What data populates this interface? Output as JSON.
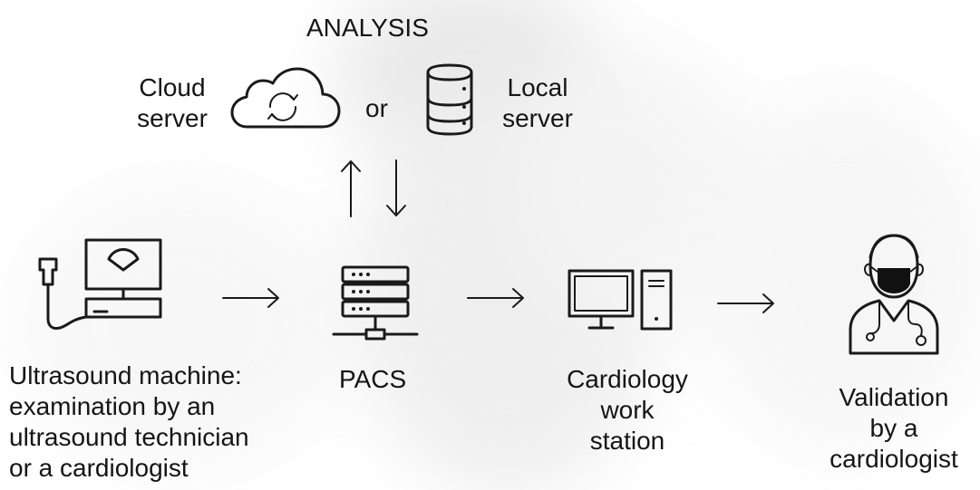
{
  "title": "ANALYSIS",
  "cloud_server": [
    "Cloud",
    "server"
  ],
  "or_label": "or",
  "local_server": [
    "Local",
    "server"
  ],
  "ultrasound": [
    "Ultrasound machine:",
    "examination by an",
    "ultrasound technician",
    "or a cardiologist"
  ],
  "pacs": "PACS",
  "cardiology_ws": [
    "Cardiology",
    "work",
    "station"
  ],
  "validation": [
    "Validation",
    "by a",
    "cardiologist"
  ],
  "colors": {
    "ink": "#1a1a1a",
    "background_blur": "#e9e9e9"
  },
  "icons": [
    "cloud-sync-icon",
    "database-icon",
    "ultrasound-machine-icon",
    "server-rack-icon",
    "workstation-icon",
    "doctor-icon",
    "arrow-right-icon",
    "arrow-up-icon",
    "arrow-down-icon"
  ]
}
